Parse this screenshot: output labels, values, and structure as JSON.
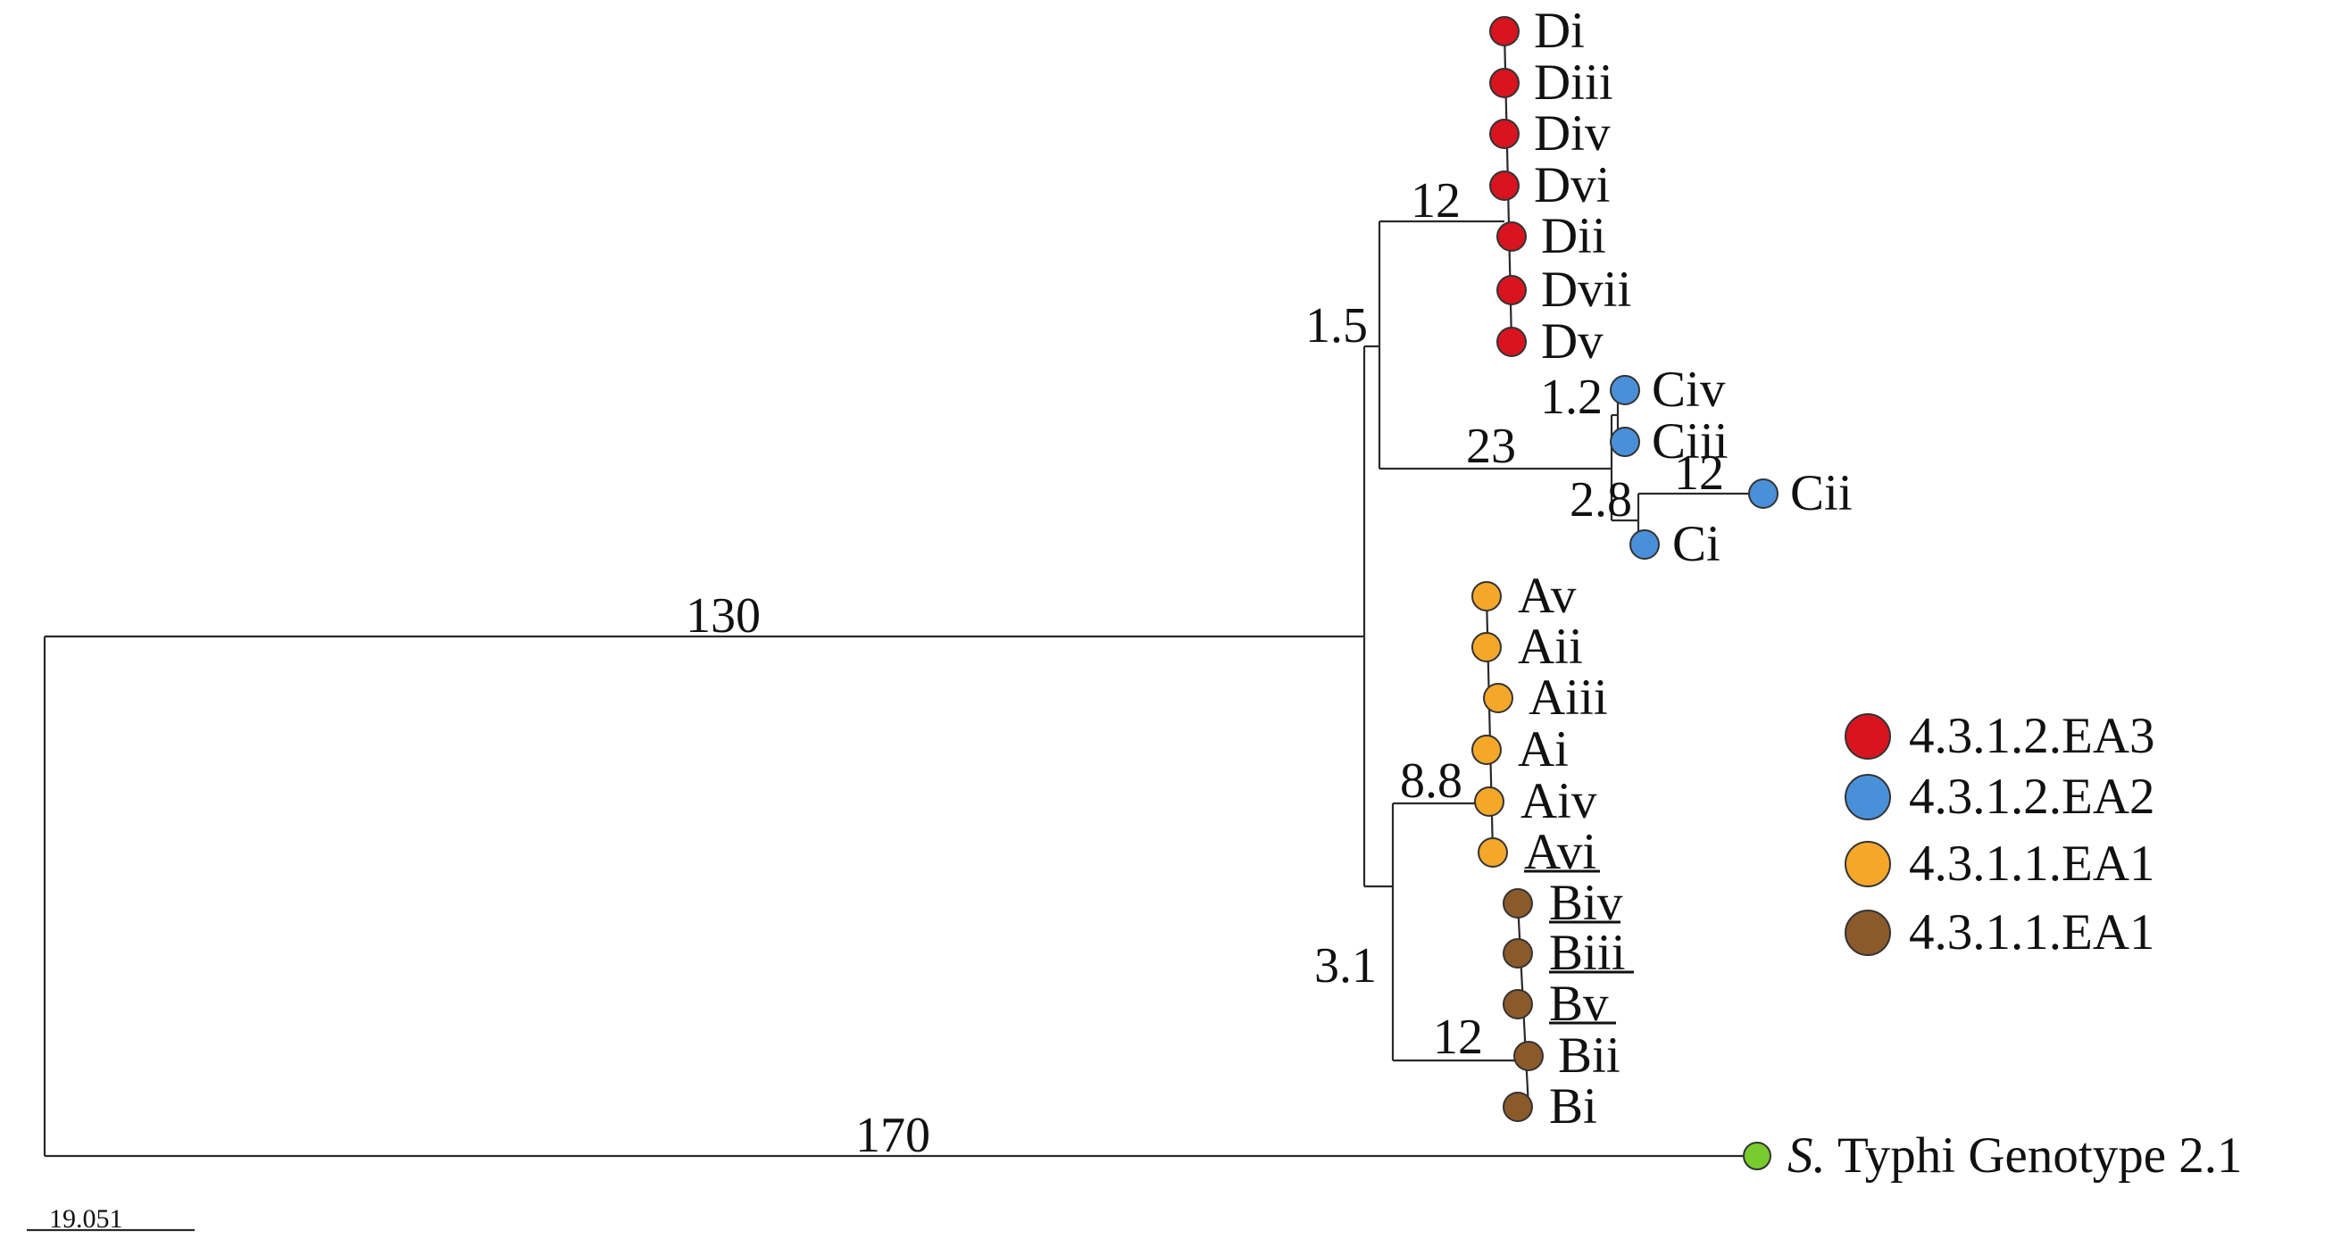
{
  "colors": {
    "EA3": "#d7141f",
    "EA2": "#4a90d9",
    "EA1_orange": "#f4a729",
    "EA1_brown": "#8b5a2b",
    "outgroup": "#79cc2e"
  },
  "leaves": {
    "Di": "Di",
    "Diii": "Diii",
    "Div": "Div",
    "Dvi": "Dvi",
    "Dii": "Dii",
    "Dvii": "Dvii",
    "Dv": "Dv",
    "Civ": "Civ",
    "Ciii": "Ciii",
    "Cii": "Cii",
    "Ci": "Ci",
    "Av": "Av",
    "Aii": "Aii",
    "Aiii": "Aiii",
    "Ai": "Ai",
    "Aiv": "Aiv",
    "Avi": "Avi",
    "Biv": "Biv",
    "Biii": "Biii",
    "Bv": "Bv",
    "Bii": "Bii",
    "Bi": "Bi",
    "outgroup_species": "S.",
    "outgroup_rest": " Typhi Genotype 2.1"
  },
  "underlined_leaves": [
    "Avi",
    "Biv",
    "Biii",
    "Bv"
  ],
  "branch_labels": {
    "ingroup_stem": "130",
    "outgroup_stem": "170",
    "d_stem": "12",
    "dc_node": "1.5",
    "c_stem": "23",
    "civ_ciii_node": "1.2",
    "c_inner_node": "2.8",
    "cii_branch": "12",
    "a_stem": "8.8",
    "ab_node": "3.1",
    "b_stem": "12"
  },
  "legend": [
    {
      "label": "4.3.1.2.EA3",
      "color_key": "EA3"
    },
    {
      "label": "4.3.1.2.EA2",
      "color_key": "EA2"
    },
    {
      "label": "4.3.1.1.EA1",
      "color_key": "EA1_orange"
    },
    {
      "label": "4.3.1.1.EA1",
      "color_key": "EA1_brown"
    }
  ],
  "scale_bar": {
    "value": "19.051"
  }
}
